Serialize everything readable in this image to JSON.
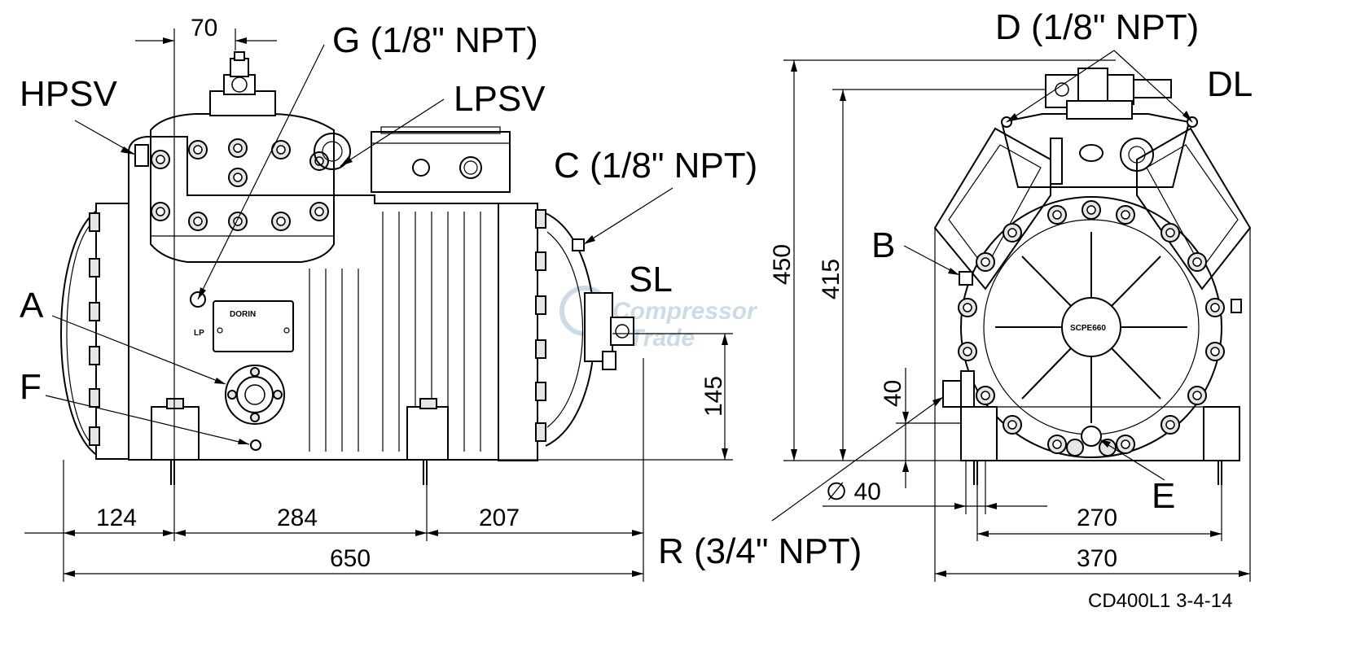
{
  "labels": {
    "hpsv": "HPSV",
    "g": "G (1/8\" NPT)",
    "lpsv": "LPSV",
    "c": "C (1/8\" NPT)",
    "sl": "SL",
    "a": "A",
    "f": "F",
    "d": "D (1/8\" NPT)",
    "dl": "DL",
    "b": "B",
    "e": "E",
    "r": "R (3/4\" NPT)"
  },
  "dimensions": {
    "side_top_70": "70",
    "side_124": "124",
    "side_284": "284",
    "side_207": "207",
    "side_650": "650",
    "side_145": "145",
    "end_450": "450",
    "end_415": "415",
    "end_40": "40",
    "end_dia40": "∅ 40",
    "end_270": "270",
    "end_370": "370"
  },
  "nameplate": {
    "brand": "DORIN",
    "lp_mark": "LP",
    "end_cover_mark": "SCPE660"
  },
  "watermark": {
    "line1": "Compressor",
    "line2": "Trade"
  },
  "drawing_code": "CD400L1  3-4-14",
  "colors": {
    "line": "#000000",
    "watermark": "#c9dce8",
    "background": "#ffffff"
  }
}
